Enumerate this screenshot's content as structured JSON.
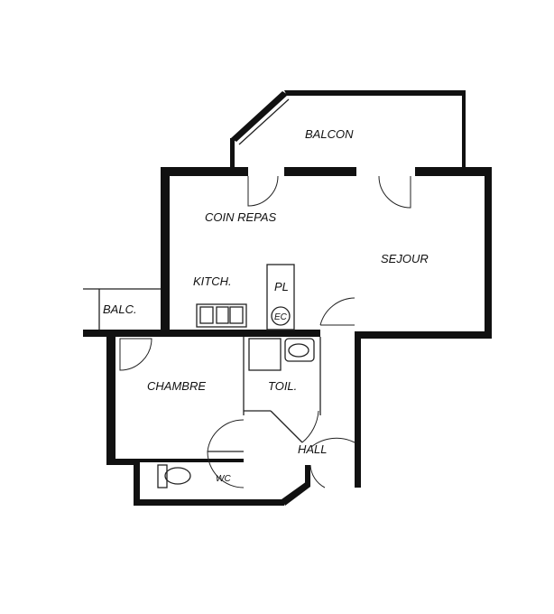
{
  "rooms": {
    "balcon": "BALCON",
    "coin_repas": "COIN REPAS",
    "sejour": "SEJOUR",
    "kitchen": "KITCH.",
    "placard": "PL",
    "eau_chaude": "EC",
    "balc": "BALC.",
    "chambre": "CHAMBRE",
    "toilette": "TOIL.",
    "hall": "HALL",
    "wc": "WC"
  },
  "colors": {
    "wall": "#111111",
    "background": "#ffffff"
  }
}
